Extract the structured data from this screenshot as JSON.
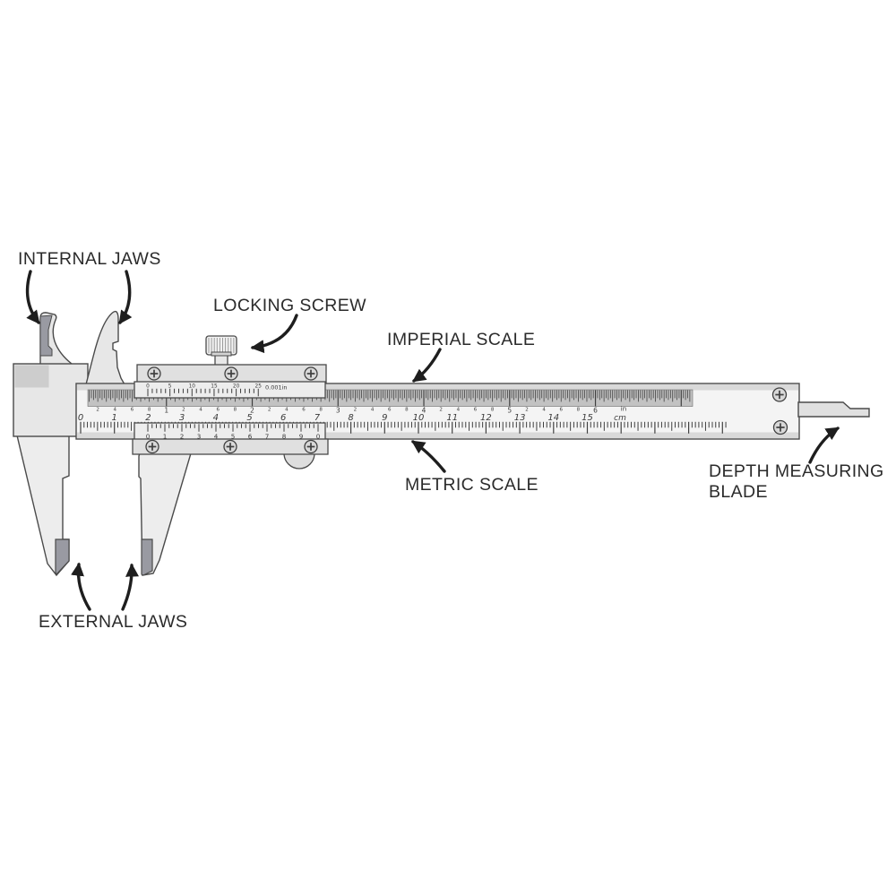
{
  "labels": {
    "internal_jaws": "INTERNAL JAWS",
    "locking_screw": "LOCKING SCREW",
    "imperial_scale": "IMPERIAL SCALE",
    "metric_scale": "METRIC SCALE",
    "depth_blade_line1": "DEPTH MEASURING",
    "depth_blade_line2": "BLADE",
    "external_jaws": "EXTERNAL JAWS"
  },
  "beam_scales": {
    "imperial": {
      "unit_label": "in",
      "inch_numbers": [
        "1",
        "2",
        "3",
        "4",
        "5",
        "6"
      ],
      "tenth_numbers": [
        "2",
        "4",
        "6",
        "8"
      ]
    },
    "metric": {
      "unit_label": "cm",
      "cm_numbers": [
        "0",
        "1",
        "2",
        "3",
        "4",
        "5",
        "6",
        "7",
        "8",
        "9",
        "10",
        "11",
        "12",
        "13",
        "14",
        "15"
      ]
    }
  },
  "vernier_scales": {
    "imperial": {
      "numbers": [
        "0",
        "5",
        "10",
        "15",
        "20",
        "25"
      ],
      "precision_label": "0.001in"
    },
    "metric": {
      "numbers": [
        "0",
        "1",
        "2",
        "3",
        "4",
        "5",
        "6",
        "7",
        "8",
        "9",
        "0"
      ]
    }
  },
  "colors": {
    "body": "#e7e7e7",
    "body_light": "#f4f4f4",
    "plate": "#e0e0e0",
    "strip": "#ededed",
    "edge_strip": "#d9d9d9",
    "dense_band": "#c2c2c2",
    "tick": "#3f3f3f",
    "dark_tip": "#999aa2",
    "outline": "#4a4a4a",
    "label_text": "#2b2b2b",
    "arrow": "#1e1e1e"
  }
}
